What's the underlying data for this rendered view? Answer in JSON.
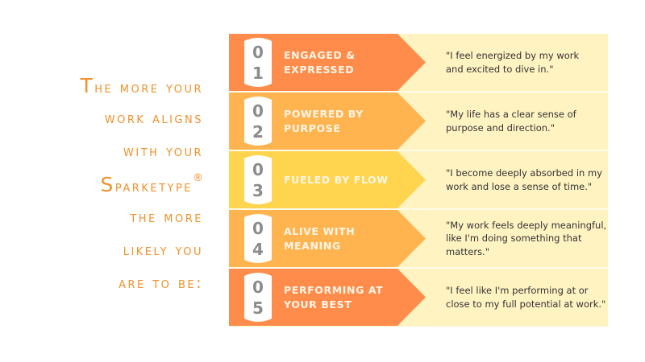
{
  "heading": {
    "lines": [
      {
        "cap": "T",
        "rest": "he more your"
      },
      {
        "cap": "",
        "rest": "work aligns"
      },
      {
        "cap": "",
        "rest": "with your"
      },
      {
        "cap": "S",
        "rest": "parketype",
        "mark": "®"
      },
      {
        "cap": "",
        "rest": "the more"
      },
      {
        "cap": "",
        "rest": "likely you"
      },
      {
        "cap": "",
        "rest": "are to be:"
      }
    ],
    "color": "#F0922B"
  },
  "rows": [
    {
      "d1": "0",
      "d2": "1",
      "label1": "ENGAGED &",
      "label2": "EXPRESSED",
      "quote1": "\"I feel energized by my work",
      "quote2": "and excited to dive in.\"",
      "quote3": "",
      "color": "#FF8C4A"
    },
    {
      "d1": "0",
      "d2": "2",
      "label1": "POWERED BY",
      "label2": "PURPOSE",
      "quote1": "\"My life has a clear sense of",
      "quote2": "purpose and direction.\"",
      "quote3": "",
      "color": "#FFB44F"
    },
    {
      "d1": "0",
      "d2": "3",
      "label1": "FUELED BY FLOW",
      "label2": "",
      "quote1": "\"I become deeply absorbed in my",
      "quote2": "work and lose a sense of time.\"",
      "quote3": "",
      "color": "#FFD54F"
    },
    {
      "d1": "0",
      "d2": "4",
      "label1": "ALIVE WITH",
      "label2": "MEANING",
      "quote1": "\"My work feels deeply meaningful,",
      "quote2": "like I'm doing something that",
      "quote3": "matters.\"",
      "color": "#FFB44F"
    },
    {
      "d1": "0",
      "d2": "5",
      "label1": "PERFORMING AT",
      "label2": "YOUR BEST",
      "quote1": "\"I feel like I'm performing at or",
      "quote2": "close to my full potential at work.\"",
      "quote3": "",
      "color": "#FF8C4A"
    }
  ],
  "panel_color": "#FFF3C2"
}
